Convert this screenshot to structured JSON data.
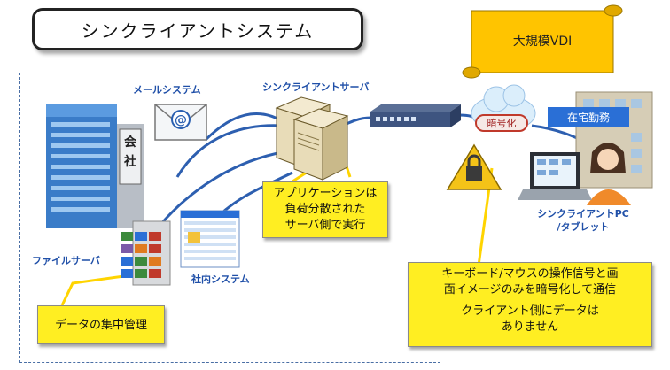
{
  "title": "シンクライアントシステム",
  "scroll_label": "大規模VDI",
  "labels": {
    "mail_system": "メールシステム",
    "thin_client_server": "シンクライアントサーバ",
    "file_server": "ファイルサーバ",
    "internal_system": "社内システム",
    "client_pc_line1": "シンクライアントPC",
    "client_pc_line2": "/タブレット",
    "building_sign1": "会",
    "building_sign2": "社"
  },
  "badges": {
    "remote_work": "在宅勤務",
    "encryption": "暗号化"
  },
  "callouts": {
    "server_exec": [
      "アプリケーションは",
      "負荷分散された",
      "サーバ側で実行"
    ],
    "data_central": "データの集中管理",
    "keyboard": [
      "キーボード/マウスの操作信号と画",
      "面イメージのみを暗号化して通信",
      "クライアント側にデータは",
      "ありません"
    ]
  },
  "colors": {
    "callout_fill": "#ffee22",
    "callout_line": "#ffd400",
    "network_line": "#2d5fb0",
    "remote_badge": "#2a6fd6",
    "scroll_fill": "#ffc400"
  }
}
